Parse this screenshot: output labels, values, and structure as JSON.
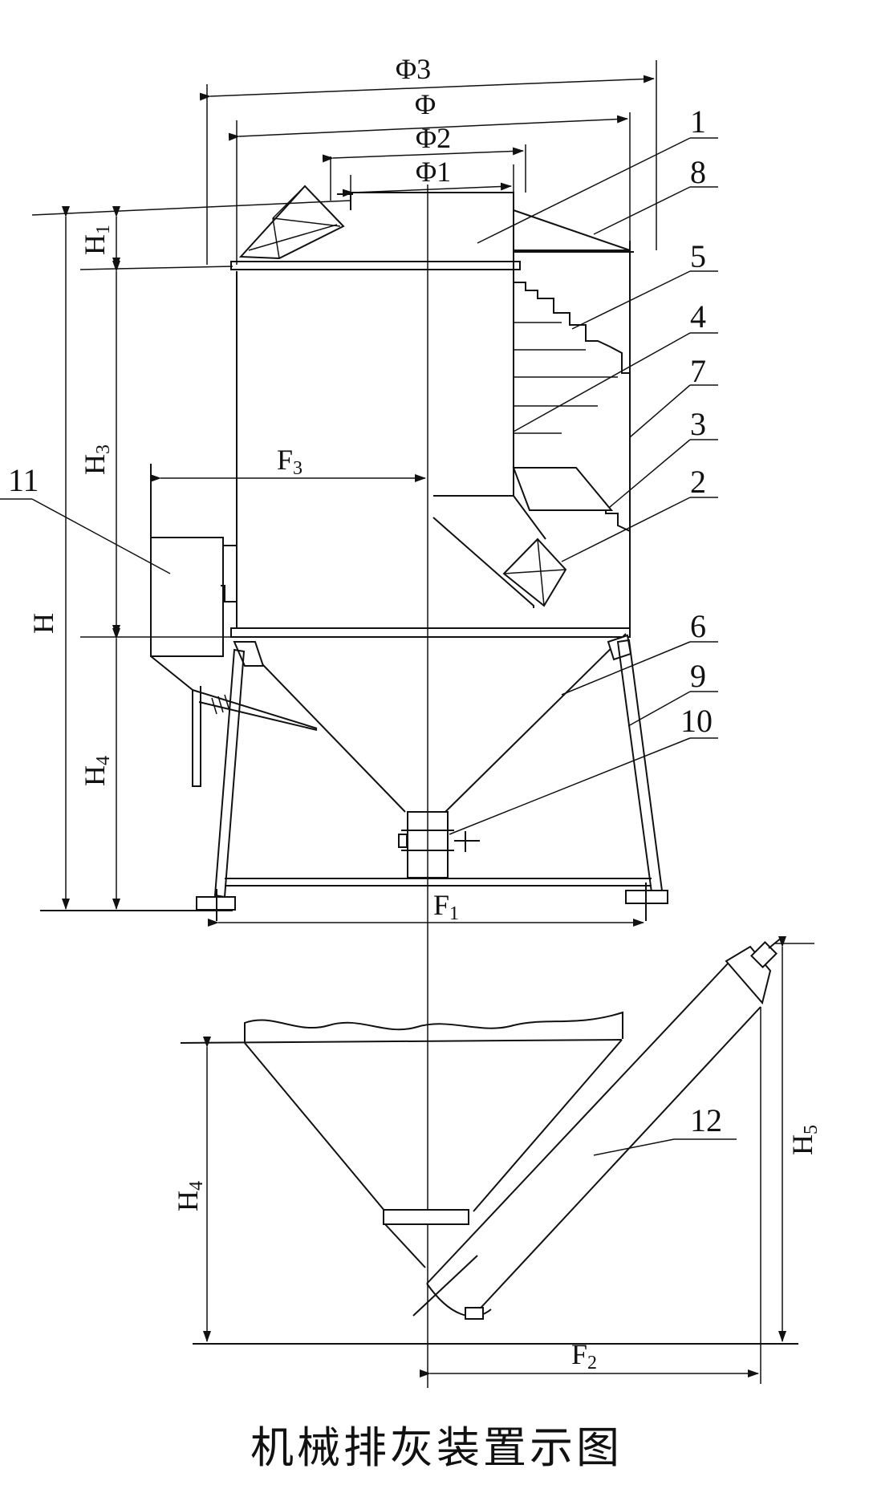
{
  "caption": "机械排灰装置示图",
  "dimensions": {
    "phi3": "Φ3",
    "phi": "Φ",
    "phi2": "Φ2",
    "phi1": "Φ1",
    "h1": "H",
    "h1_sub": "1",
    "h3": "H",
    "h3_sub": "3",
    "h": "H",
    "h4_top": "H",
    "h4_top_sub": "4",
    "h4_bottom": "H",
    "h4_bottom_sub": "4",
    "h5": "H",
    "h5_sub": "5",
    "f1": "F",
    "f1_sub": "1",
    "f2": "F",
    "f2_sub": "2",
    "f3": "F",
    "f3_sub": "3"
  },
  "parts": [
    "1",
    "2",
    "3",
    "4",
    "5",
    "6",
    "7",
    "8",
    "9",
    "10",
    "11",
    "12"
  ]
}
